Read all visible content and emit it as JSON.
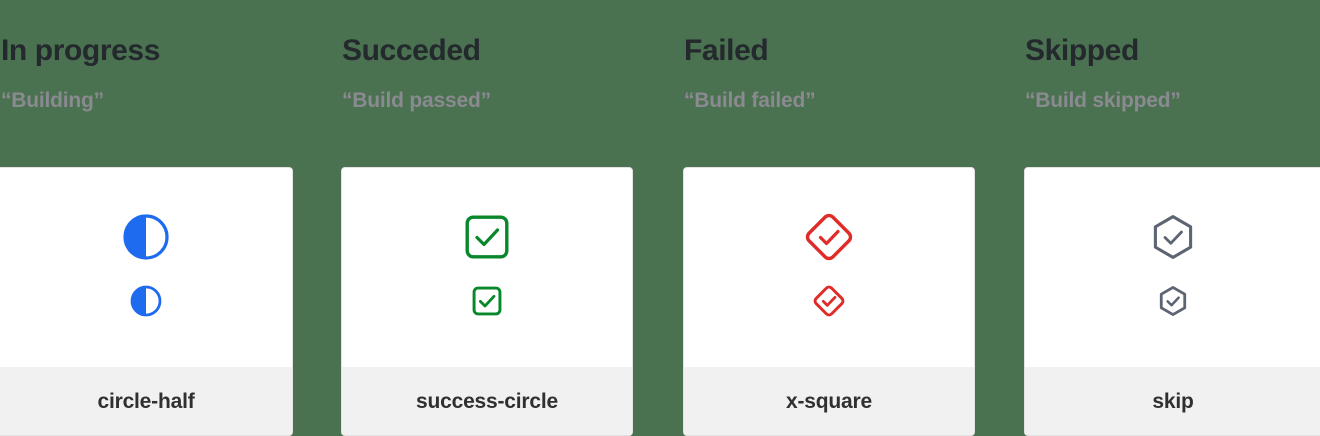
{
  "page": {
    "background_color": "#4a7150",
    "card_background": "#ffffff",
    "card_footer_background": "#f1f1f1"
  },
  "columns": [
    {
      "heading": "In progress",
      "subheading": "“Building”",
      "icon_name": "circle-half",
      "icon_label": "circle-half",
      "icon_color": "#1f6bf0",
      "icon_glyph": "circle-half-icon"
    },
    {
      "heading": "Succeded",
      "subheading": "“Build passed”",
      "icon_name": "success-circle",
      "icon_label": "success-circle",
      "icon_color": "#08872b",
      "icon_glyph": "check-square-icon"
    },
    {
      "heading": "Failed",
      "subheading": "“Build failed”",
      "icon_name": "x-square",
      "icon_label": "x-square",
      "icon_color": "#e02b28",
      "icon_glyph": "check-diamond-icon"
    },
    {
      "heading": "Skipped",
      "subheading": "“Build skipped”",
      "icon_name": "skip",
      "icon_label": "skip",
      "icon_color": "#5d6472",
      "icon_glyph": "check-hexagon-icon"
    }
  ]
}
